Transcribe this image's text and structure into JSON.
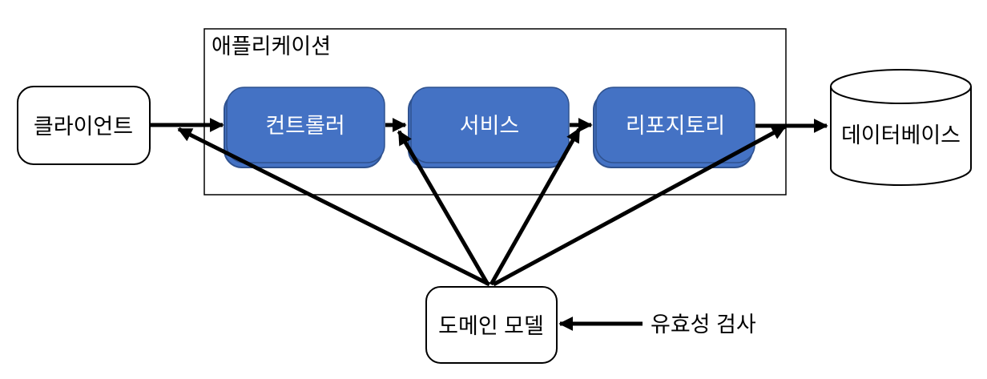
{
  "nodes": {
    "client": "클라이언트",
    "application": "애플리케이션",
    "controller": "컨트롤러",
    "service": "서비스",
    "repository": "리포지토리",
    "database": "데이터베이스",
    "domain_model": "도메인 모델",
    "validation": "유효성 검사"
  },
  "edges": [
    {
      "from": "client",
      "to": "controller"
    },
    {
      "from": "controller",
      "to": "service"
    },
    {
      "from": "service",
      "to": "repository"
    },
    {
      "from": "repository",
      "to": "database"
    },
    {
      "from": "domain_model",
      "to": "client-controller-link"
    },
    {
      "from": "domain_model",
      "to": "controller-service-link"
    },
    {
      "from": "domain_model",
      "to": "service-repository-link"
    },
    {
      "from": "domain_model",
      "to": "repository-database-link"
    },
    {
      "from": "validation",
      "to": "domain_model"
    }
  ],
  "colors": {
    "layer_box_fill": "#4472C4",
    "layer_box_border": "#2F528F",
    "line_color": "#000000",
    "background": "#FFFFFF"
  }
}
